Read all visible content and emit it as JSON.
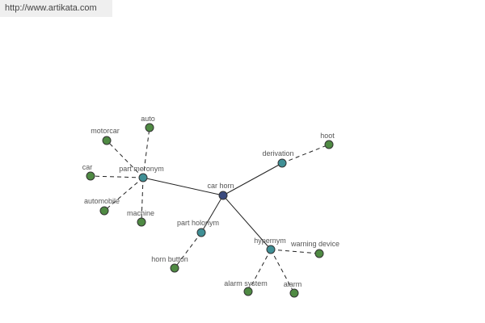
{
  "banner": {
    "url": "http://www.artikata.com"
  },
  "colors": {
    "center": "#3a4a7e",
    "relation": "#3f8f95",
    "leaf": "#4f8a43",
    "edge": "#222222"
  },
  "graph": {
    "nodes": [
      {
        "id": "car-horn",
        "label": "car horn",
        "kind": "center"
      },
      {
        "id": "part-meronym",
        "label": "part meronym",
        "kind": "relation"
      },
      {
        "id": "derivation",
        "label": "derivation",
        "kind": "relation"
      },
      {
        "id": "part-holonym",
        "label": "part holonym",
        "kind": "relation"
      },
      {
        "id": "hypernym",
        "label": "hypernym",
        "kind": "relation"
      },
      {
        "id": "motorcar",
        "label": "motorcar",
        "kind": "leaf"
      },
      {
        "id": "auto",
        "label": "auto",
        "kind": "leaf"
      },
      {
        "id": "car",
        "label": "car",
        "kind": "leaf"
      },
      {
        "id": "automobile",
        "label": "automobile",
        "kind": "leaf"
      },
      {
        "id": "machine",
        "label": "machine",
        "kind": "leaf"
      },
      {
        "id": "hoot",
        "label": "hoot",
        "kind": "leaf"
      },
      {
        "id": "horn-button",
        "label": "horn button",
        "kind": "leaf"
      },
      {
        "id": "warning-device",
        "label": "warning device",
        "kind": "leaf"
      },
      {
        "id": "alarm-system",
        "label": "alarm system",
        "kind": "leaf"
      },
      {
        "id": "alarm",
        "label": "alarm",
        "kind": "leaf"
      }
    ],
    "edges": [
      {
        "from": "car-horn",
        "to": "part-meronym",
        "style": "solid"
      },
      {
        "from": "car-horn",
        "to": "derivation",
        "style": "solid"
      },
      {
        "from": "car-horn",
        "to": "part-holonym",
        "style": "solid"
      },
      {
        "from": "car-horn",
        "to": "hypernym",
        "style": "solid"
      },
      {
        "from": "part-meronym",
        "to": "motorcar",
        "style": "dashed"
      },
      {
        "from": "part-meronym",
        "to": "auto",
        "style": "dashed"
      },
      {
        "from": "part-meronym",
        "to": "car",
        "style": "dashed"
      },
      {
        "from": "part-meronym",
        "to": "automobile",
        "style": "dashed"
      },
      {
        "from": "part-meronym",
        "to": "machine",
        "style": "dashed"
      },
      {
        "from": "derivation",
        "to": "hoot",
        "style": "dashed"
      },
      {
        "from": "part-holonym",
        "to": "horn-button",
        "style": "dashed"
      },
      {
        "from": "hypernym",
        "to": "warning-device",
        "style": "dashed"
      },
      {
        "from": "hypernym",
        "to": "alarm-system",
        "style": "dashed"
      },
      {
        "from": "hypernym",
        "to": "alarm",
        "style": "dashed"
      }
    ]
  }
}
